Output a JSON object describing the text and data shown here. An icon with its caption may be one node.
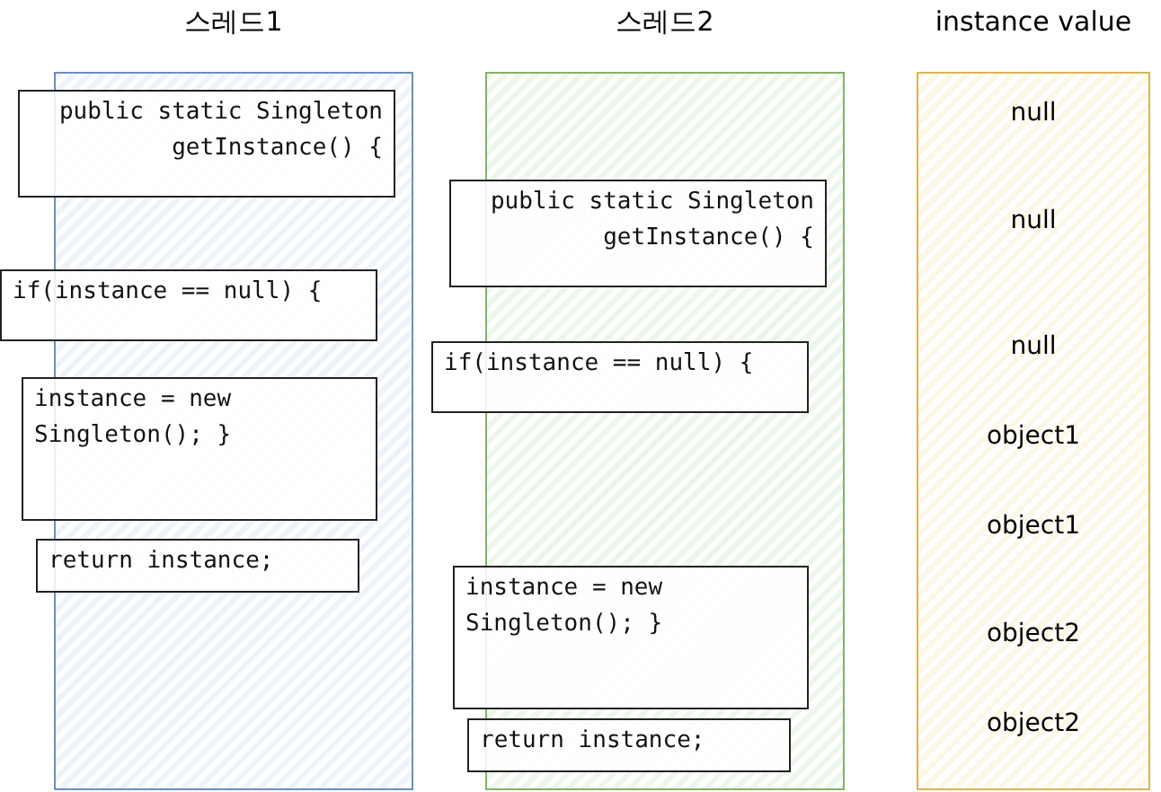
{
  "diagram": {
    "nodes": [
      {
        "text": [
          "스레드1"
        ]
      },
      {
        "text": [
          "스레드2"
        ]
      },
      {
        "text": [
          "instance value"
        ]
      },
      {
        "text": [
          "public static Singleton getInstance() {"
        ]
      },
      {
        "text": [
          "if(instance == null) {"
        ]
      },
      {
        "text": [
          "instance = new Singleton(); }"
        ]
      },
      {
        "text": [
          "return instance;"
        ]
      },
      {
        "text": [
          "public static Singleton getInstance() {"
        ]
      },
      {
        "text": [
          "if(instance == null) {"
        ]
      },
      {
        "text": [
          "instance = new Singleton(); }"
        ]
      },
      {
        "text": [
          "return instance;"
        ]
      }
    ],
    "labels": [
      "null",
      "null",
      "null",
      "object1",
      "object1",
      "object2",
      "object2"
    ]
  }
}
